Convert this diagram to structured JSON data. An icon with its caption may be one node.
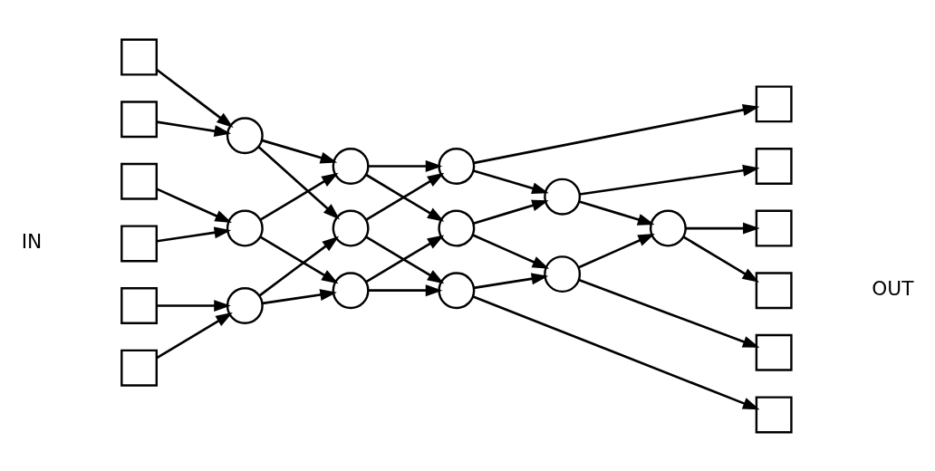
{
  "diagram": {
    "nodes": [
      {
        "text": [],
        "shape": "box"
      },
      {
        "text": [],
        "shape": "box"
      },
      {
        "text": [],
        "shape": "box"
      },
      {
        "text": [],
        "shape": "box"
      },
      {
        "text": [],
        "shape": "box"
      },
      {
        "text": [],
        "shape": "box"
      },
      {
        "text": [],
        "shape": "circle"
      },
      {
        "text": [],
        "shape": "circle"
      },
      {
        "text": [],
        "shape": "circle"
      },
      {
        "text": [],
        "shape": "circle"
      },
      {
        "text": [],
        "shape": "circle"
      },
      {
        "text": [],
        "shape": "circle"
      },
      {
        "text": [],
        "shape": "circle"
      },
      {
        "text": [],
        "shape": "circle"
      },
      {
        "text": [],
        "shape": "circle"
      },
      {
        "text": [],
        "shape": "circle"
      },
      {
        "text": [],
        "shape": "circle"
      },
      {
        "text": [],
        "shape": "circle"
      },
      {
        "text": [],
        "shape": "box"
      },
      {
        "text": [],
        "shape": "box"
      },
      {
        "text": [],
        "shape": "box"
      },
      {
        "text": [],
        "shape": "box"
      },
      {
        "text": [],
        "shape": "box"
      },
      {
        "text": [],
        "shape": "box"
      }
    ],
    "edges": [
      {
        "from": 0,
        "to": 6,
        "arrow": "to"
      },
      {
        "from": 1,
        "to": 6,
        "arrow": "to"
      },
      {
        "from": 2,
        "to": 7,
        "arrow": "to"
      },
      {
        "from": 3,
        "to": 7,
        "arrow": "to"
      },
      {
        "from": 4,
        "to": 8,
        "arrow": "to"
      },
      {
        "from": 5,
        "to": 8,
        "arrow": "to"
      },
      {
        "from": 6,
        "to": 9,
        "arrow": "to"
      },
      {
        "from": 6,
        "to": 10,
        "arrow": "to"
      },
      {
        "from": 7,
        "to": 9,
        "arrow": "to"
      },
      {
        "from": 7,
        "to": 11,
        "arrow": "to"
      },
      {
        "from": 8,
        "to": 10,
        "arrow": "to"
      },
      {
        "from": 8,
        "to": 11,
        "arrow": "to"
      },
      {
        "from": 9,
        "to": 12,
        "arrow": "to"
      },
      {
        "from": 9,
        "to": 13,
        "arrow": "to"
      },
      {
        "from": 10,
        "to": 12,
        "arrow": "to"
      },
      {
        "from": 10,
        "to": 14,
        "arrow": "to"
      },
      {
        "from": 11,
        "to": 13,
        "arrow": "to"
      },
      {
        "from": 11,
        "to": 14,
        "arrow": "to"
      },
      {
        "from": 12,
        "to": 18,
        "arrow": "to"
      },
      {
        "from": 12,
        "to": 15,
        "arrow": "to"
      },
      {
        "from": 13,
        "to": 15,
        "arrow": "to"
      },
      {
        "from": 13,
        "to": 16,
        "arrow": "to"
      },
      {
        "from": 14,
        "to": 16,
        "arrow": "to"
      },
      {
        "from": 14,
        "to": 23,
        "arrow": "to"
      },
      {
        "from": 15,
        "to": 19,
        "arrow": "to"
      },
      {
        "from": 15,
        "to": 17,
        "arrow": "to"
      },
      {
        "from": 16,
        "to": 17,
        "arrow": "to"
      },
      {
        "from": 16,
        "to": 22,
        "arrow": "to"
      },
      {
        "from": 17,
        "to": 20,
        "arrow": "to"
      },
      {
        "from": 17,
        "to": 21,
        "arrow": "to"
      }
    ],
    "labels": [
      "IN",
      "OUT"
    ]
  }
}
